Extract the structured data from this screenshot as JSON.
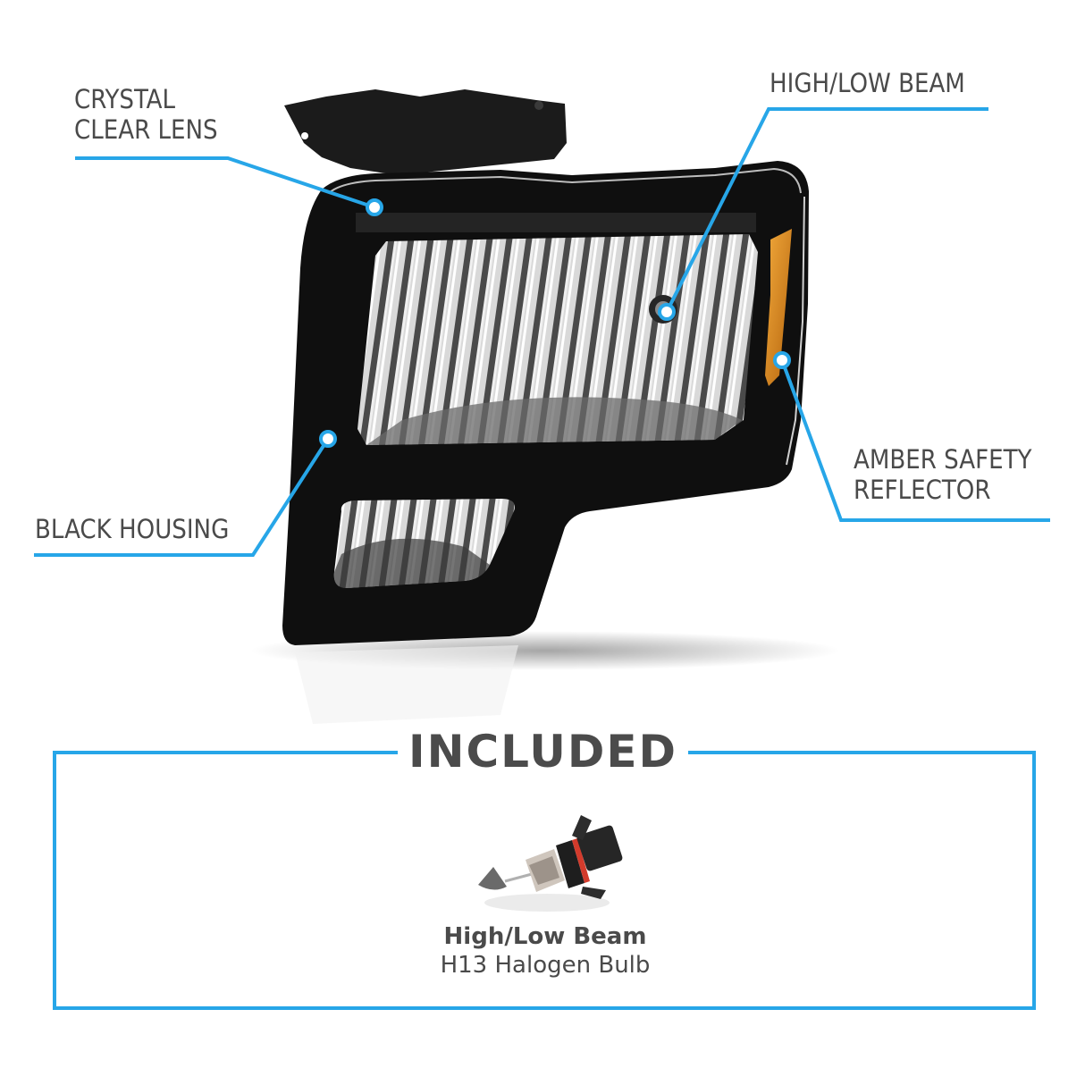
{
  "colors": {
    "accent": "#27a6e8",
    "text": "#4a4a4a",
    "housing": "#111111",
    "amber": "#d98a1e",
    "background": "#ffffff"
  },
  "callouts": [
    {
      "id": "crystal-clear-lens",
      "lines": [
        "CRYSTAL",
        "CLEAR LENS"
      ],
      "dot": [
        419,
        232
      ],
      "elbow": [
        255,
        177
      ],
      "end": [
        84,
        177
      ]
    },
    {
      "id": "high-low-beam",
      "lines": [
        "HIGH/LOW BEAM"
      ],
      "dot": [
        746,
        349
      ],
      "elbow": [
        860,
        122
      ],
      "end": [
        1106,
        122
      ]
    },
    {
      "id": "amber-safety-reflector",
      "lines": [
        "AMBER SAFETY",
        "REFLECTOR"
      ],
      "dot": [
        875,
        403
      ],
      "elbow": [
        941,
        582
      ],
      "end": [
        1175,
        582
      ]
    },
    {
      "id": "black-housing",
      "lines": [
        "BLACK HOUSING"
      ],
      "dot": [
        367,
        491
      ],
      "elbow": [
        283,
        621
      ],
      "end": [
        38,
        621
      ]
    }
  ],
  "product_image": {
    "subject": "headlight-assembly",
    "housing_color": "black",
    "reflector_color": "amber"
  },
  "included": {
    "title": "INCLUDED",
    "items": [
      {
        "image": "h13-bulb-icon",
        "name": "High/Low Beam",
        "description": "H13 Halogen Bulb"
      }
    ]
  }
}
